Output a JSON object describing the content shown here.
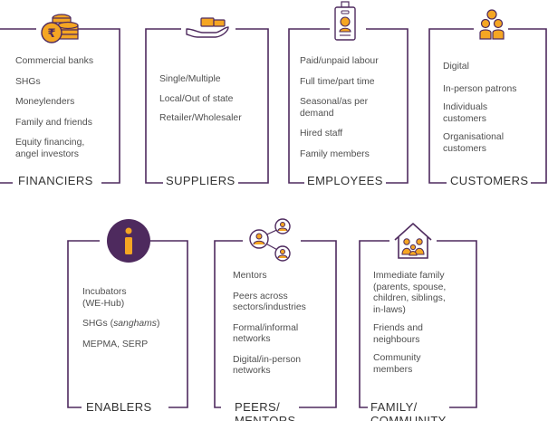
{
  "colors": {
    "purple": "#4e2a5e",
    "gold": "#f5a623",
    "goldDark": "#e08e0b",
    "text": "#4f4f4f"
  },
  "groups": [
    {
      "label": "FINANCIERS",
      "icon": "coins-icon",
      "items": [
        "Commercial banks",
        "SHGs",
        "Moneylenders",
        "Family and friends",
        "Equity financing,\nangel investors"
      ]
    },
    {
      "label": "SUPPLIERS",
      "icon": "hand-offering-icon",
      "items": [
        "Single/Multiple",
        "Local/Out of state",
        "Retailer/Wholesaler"
      ]
    },
    {
      "label": "EMPLOYEES",
      "icon": "id-badge-icon",
      "items": [
        "Paid/unpaid labour",
        "Full time/part time",
        "Seasonal/as per\ndemand",
        "Hired staff",
        "Family members"
      ]
    },
    {
      "label": "CUSTOMERS",
      "icon": "people-group-icon",
      "items": [
        "Digital",
        "In-person patrons",
        "Individuals\ncustomers",
        "Organisational\ncustomers"
      ]
    },
    {
      "label": "ENABLERS",
      "icon": "info-icon",
      "items": [
        "Incubators\n(WE-Hub)",
        "SHGs (sanghams)",
        "MEPMA, SERP"
      ]
    },
    {
      "label": "PEERS/\nMENTORS",
      "icon": "network-people-icon",
      "items": [
        "Mentors",
        "Peers across\nsectors/industries",
        "Formal/informal\nnetworks",
        "Digital/in-person\nnetworks"
      ]
    },
    {
      "label": "FAMILY/\nCOMMUNITY",
      "icon": "family-house-icon",
      "items": [
        "Immediate family\n(parents, spouse,\nchildren, siblings,\nin-laws)",
        "Friends and\nneighbours",
        "Community\nmembers"
      ]
    }
  ]
}
